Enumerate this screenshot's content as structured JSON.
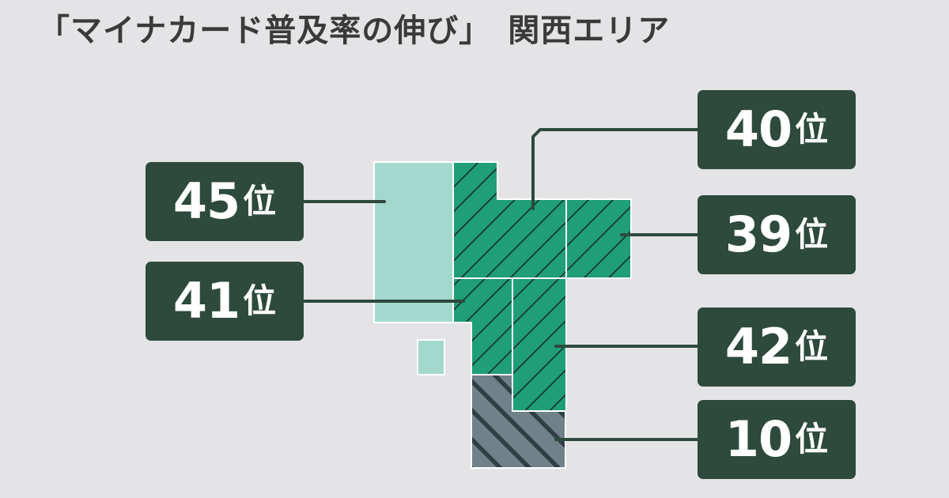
{
  "title": "「マイナカード普及率の伸び」　関西エリア",
  "colors": {
    "background": "#e4e4e6",
    "light_region": "#a3d9cd",
    "green_region": "#1f9e78",
    "gray_region": "#6f828a",
    "hatch": "#16372d",
    "badge": "#2d4a3c",
    "connector": "#2d4a3c"
  },
  "rank_suffix": "位",
  "badges": [
    {
      "id": "45",
      "rank": "45"
    },
    {
      "id": "41",
      "rank": "41"
    },
    {
      "id": "40",
      "rank": "40"
    },
    {
      "id": "39",
      "rank": "39"
    },
    {
      "id": "42",
      "rank": "42"
    },
    {
      "id": "10",
      "rank": "10"
    }
  ]
}
